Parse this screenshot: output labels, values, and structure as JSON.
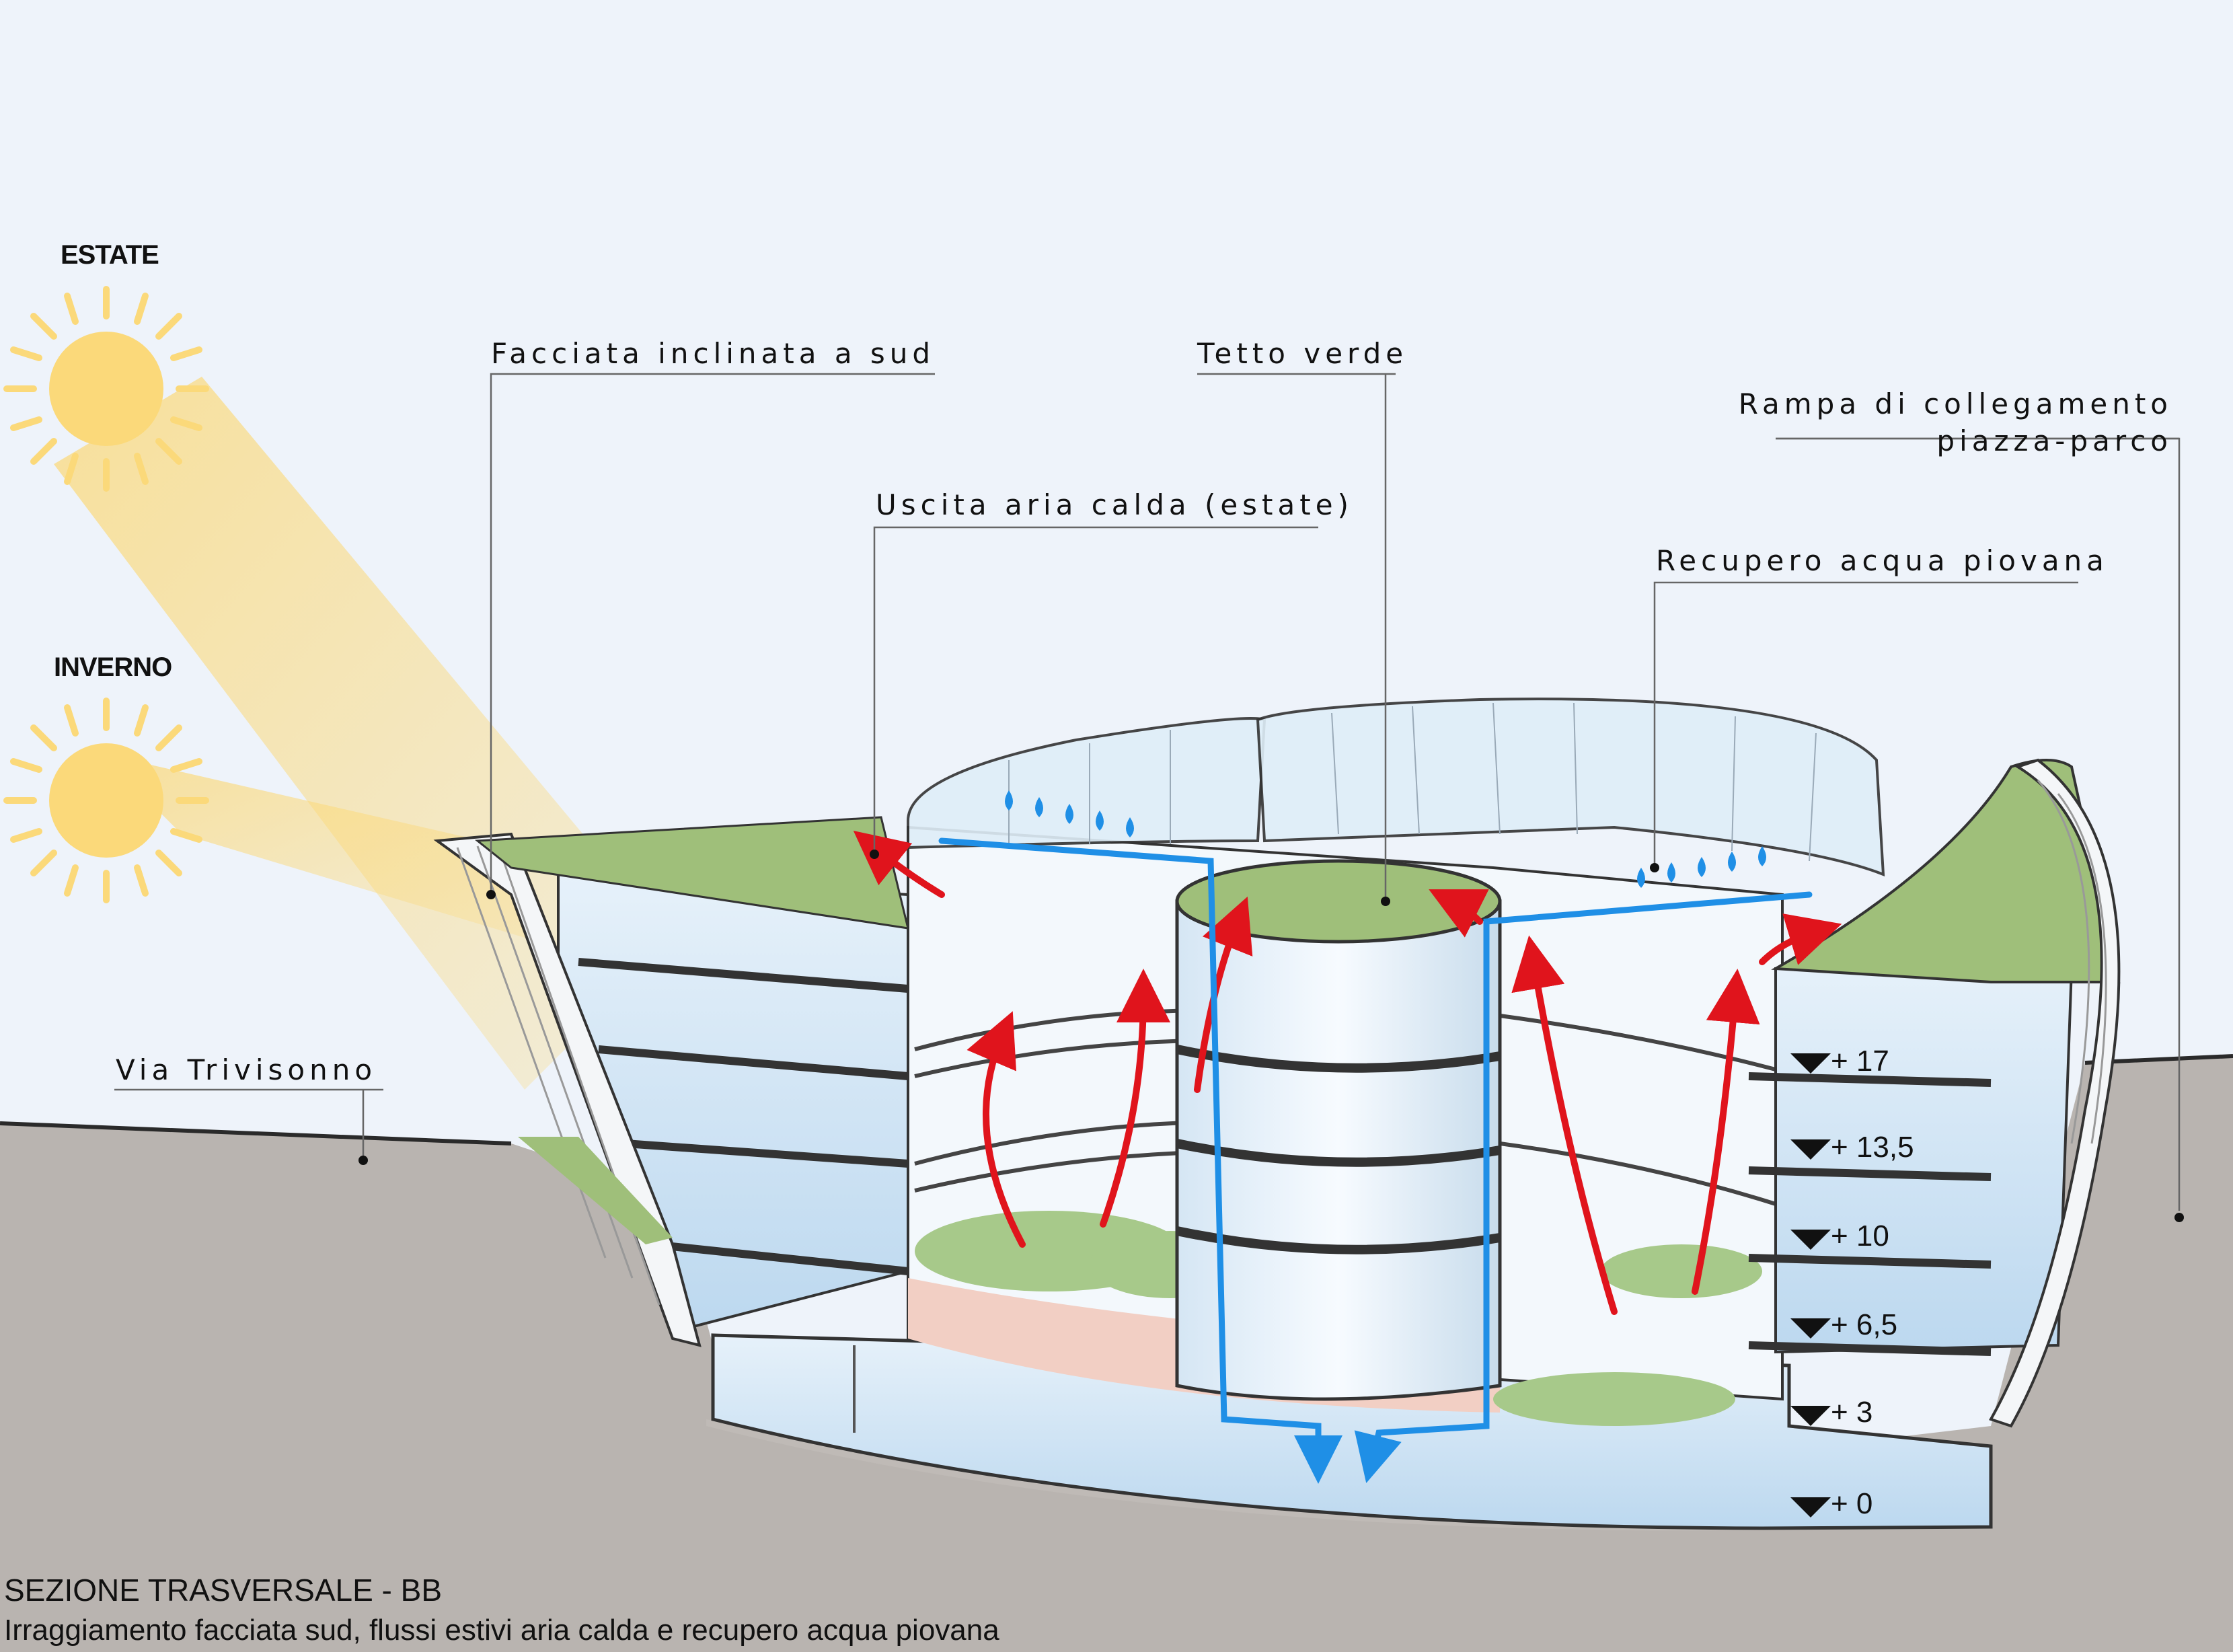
{
  "sun_labels": {
    "summer": "ESTATE",
    "winter": "INVERNO"
  },
  "labels": {
    "south_facade": "Facciata inclinata a sud",
    "green_roof": "Tetto verde",
    "hot_air_exit": "Uscita aria calda (estate)",
    "ramp_line1": "Rampa di collegamento",
    "ramp_line2": "piazza-parco",
    "rainwater": "Recupero acqua piovana",
    "street": "Via Trivisonno"
  },
  "levels": [
    "+ 17",
    "+ 13,5",
    "+ 10",
    "+ 6,5",
    "+ 3",
    "+ 0"
  ],
  "caption": {
    "title": "SEZIONE TRASVERSALE - BB",
    "subtitle": "Irraggiamento facciata sud, flussi estivi aria calda e recupero acqua piovana"
  },
  "colors": {
    "sky": "#eef3fa",
    "ground": "#b9b4b0",
    "sun": "#fbd97a",
    "green_roof": "#9fbf7a",
    "hot_air": "#e0141c",
    "rainwater": "#1f8fe6",
    "glass": "#cfe3f2"
  }
}
